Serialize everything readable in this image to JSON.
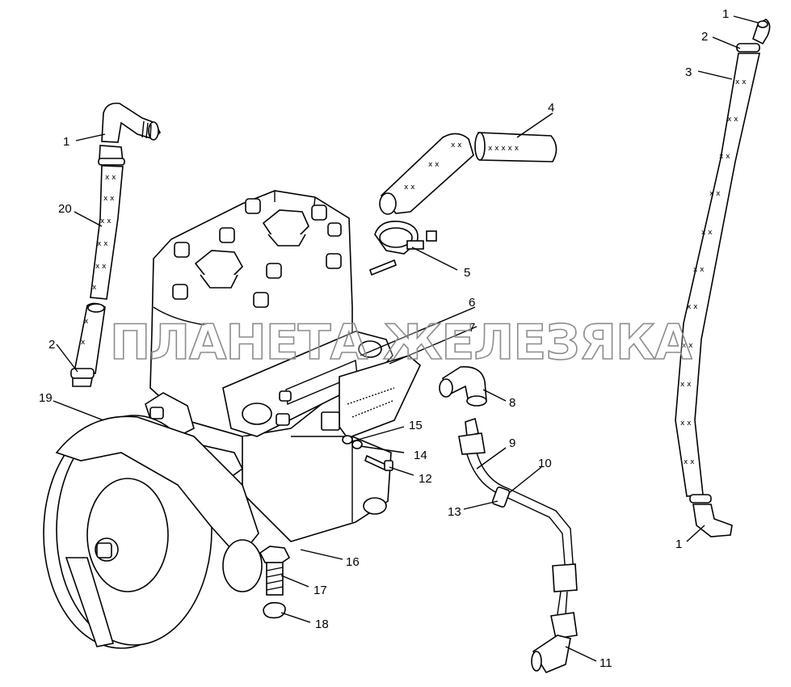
{
  "watermark": "ПЛАНЕТА ЖЕЛЕЗЯКА",
  "callouts": [
    {
      "id": "c1a",
      "text": "1"
    },
    {
      "id": "c20",
      "text": "20"
    },
    {
      "id": "c2a",
      "text": "2"
    },
    {
      "id": "c19",
      "text": "19"
    },
    {
      "id": "c4",
      "text": "4"
    },
    {
      "id": "c5",
      "text": "5"
    },
    {
      "id": "c6",
      "text": "6"
    },
    {
      "id": "c7",
      "text": "7"
    },
    {
      "id": "c8",
      "text": "8"
    },
    {
      "id": "c15",
      "text": "15"
    },
    {
      "id": "c14",
      "text": "14"
    },
    {
      "id": "c12",
      "text": "12"
    },
    {
      "id": "c9",
      "text": "9"
    },
    {
      "id": "c10",
      "text": "10"
    },
    {
      "id": "c13",
      "text": "13"
    },
    {
      "id": "c16",
      "text": "16"
    },
    {
      "id": "c17",
      "text": "17"
    },
    {
      "id": "c18",
      "text": "18"
    },
    {
      "id": "c11",
      "text": "11"
    },
    {
      "id": "c1b",
      "text": "1"
    },
    {
      "id": "c2b",
      "text": "2"
    },
    {
      "id": "c3",
      "text": "3"
    },
    {
      "id": "c1c",
      "text": "1"
    }
  ]
}
